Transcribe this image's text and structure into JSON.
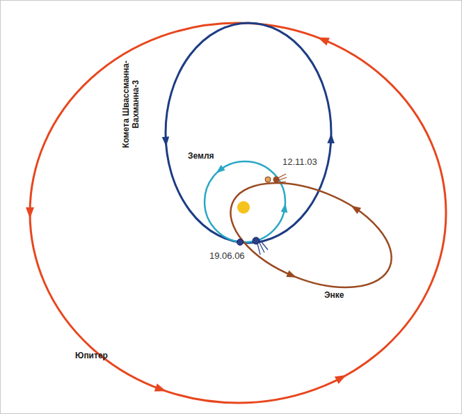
{
  "diagram": {
    "labels": [
      "Комета Швассманна-Вахманна-3",
      "Земля",
      "12.11.03",
      "19.06.06",
      "Энке",
      "Юпитер"
    ]
  }
}
